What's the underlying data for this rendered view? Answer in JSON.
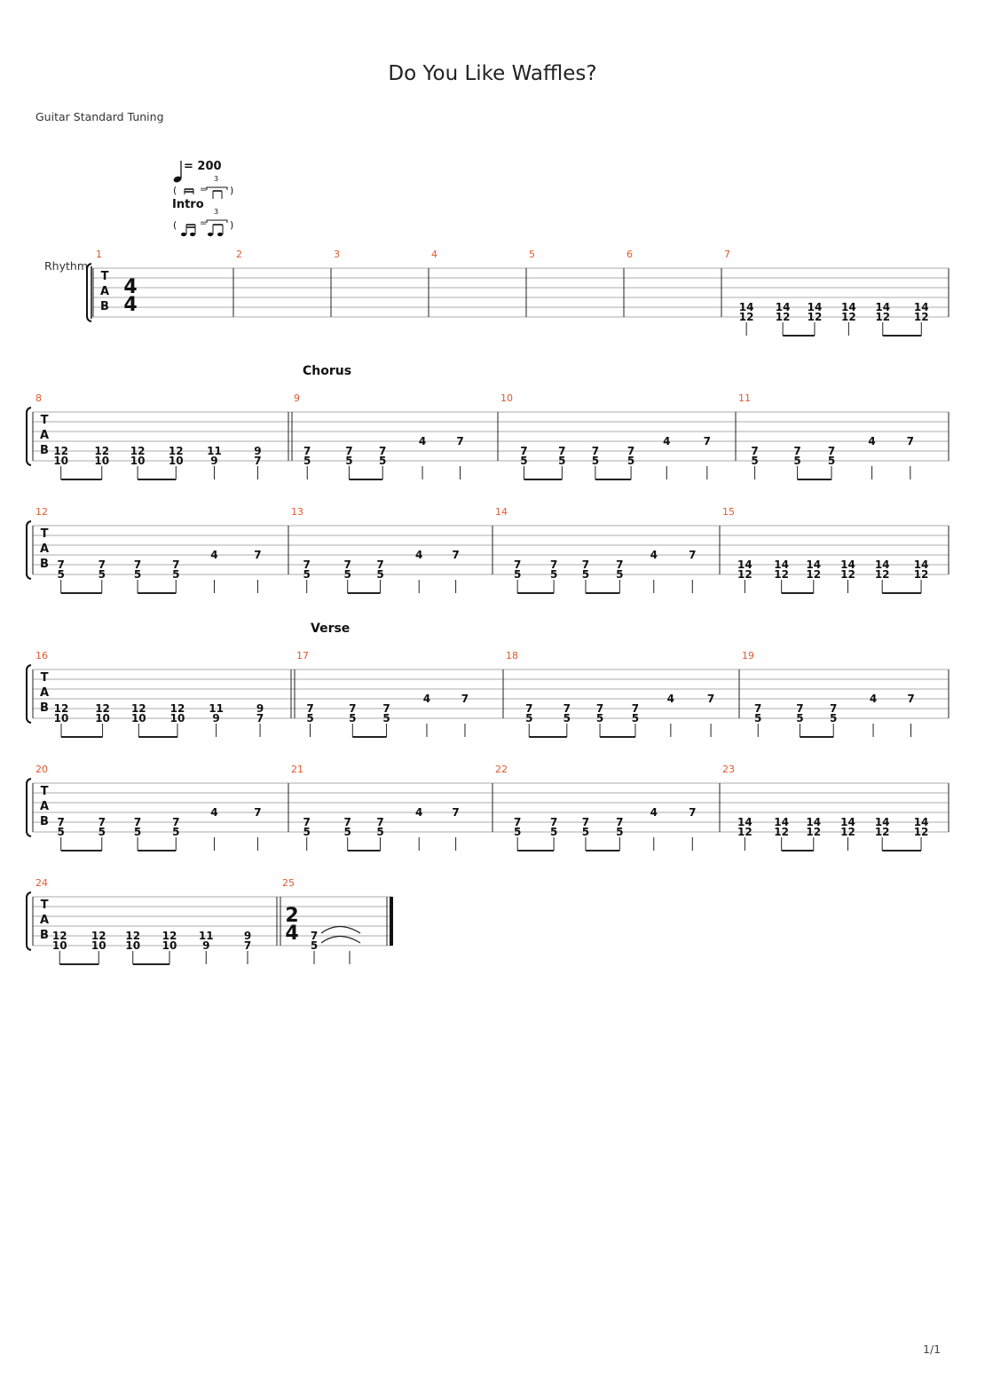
{
  "title": "Do You Like Waffles?",
  "tuning": "Guitar Standard Tuning",
  "track_name": "Rhythm",
  "tempo": "= 200",
  "intro_label": "Intro",
  "swing_marks": {
    "triplet": "3",
    "paren_open": "(",
    "equals": "=",
    "paren_close": ")"
  },
  "tab_letters": [
    "T",
    "A",
    "B"
  ],
  "page_number": "1/1",
  "sections": {
    "chorus": "Chorus",
    "verse": "Verse"
  },
  "systems": [
    {
      "measures": [
        {
          "n": "1",
          "time_sig": [
            "4",
            "4"
          ],
          "notes": []
        },
        {
          "n": "2",
          "notes": []
        },
        {
          "n": "3",
          "notes": []
        },
        {
          "n": "4",
          "notes": []
        },
        {
          "n": "5",
          "notes": []
        },
        {
          "n": "6",
          "notes": []
        },
        {
          "n": "7",
          "notes": [
            [
              "14",
              "12"
            ],
            [
              "14",
              "12"
            ],
            [
              "14",
              "12"
            ],
            [
              "14",
              "12"
            ],
            [
              "14",
              "12"
            ],
            [
              "14",
              "12"
            ]
          ],
          "beams": [
            [
              1,
              2
            ],
            [
              4,
              5
            ]
          ]
        }
      ]
    },
    {
      "measures": [
        {
          "n": "8",
          "notes": [
            [
              "12",
              "10"
            ],
            [
              "12",
              "10"
            ],
            [
              "12",
              "10"
            ],
            [
              "12",
              "10"
            ],
            [
              "11",
              "9"
            ],
            [
              "9",
              "7"
            ]
          ],
          "beams": [
            [
              0,
              1
            ],
            [
              2,
              3
            ]
          ]
        },
        {
          "n": "9",
          "repeat_start": true,
          "notes": [
            [
              "7",
              "5"
            ],
            [
              "7",
              "5"
            ],
            [
              "7",
              "5"
            ],
            [
              "4"
            ],
            [
              "7"
            ]
          ],
          "beams": [
            [
              1,
              2
            ]
          ]
        },
        {
          "n": "10",
          "notes": [
            [
              "7",
              "5"
            ],
            [
              "7",
              "5"
            ],
            [
              "7",
              "5"
            ],
            [
              "7",
              "5"
            ],
            [
              "4"
            ],
            [
              "7"
            ]
          ],
          "beams": [
            [
              0,
              1
            ],
            [
              2,
              3
            ]
          ]
        },
        {
          "n": "11",
          "notes": [
            [
              "7",
              "5"
            ],
            [
              "7",
              "5"
            ],
            [
              "7",
              "5"
            ],
            [
              "4"
            ],
            [
              "7"
            ]
          ],
          "beams": [
            [
              1,
              2
            ]
          ]
        }
      ]
    },
    {
      "measures": [
        {
          "n": "12",
          "notes": [
            [
              "7",
              "5"
            ],
            [
              "7",
              "5"
            ],
            [
              "7",
              "5"
            ],
            [
              "7",
              "5"
            ],
            [
              "4"
            ],
            [
              "7"
            ]
          ],
          "beams": [
            [
              0,
              1
            ],
            [
              2,
              3
            ]
          ]
        },
        {
          "n": "13",
          "notes": [
            [
              "7",
              "5"
            ],
            [
              "7",
              "5"
            ],
            [
              "7",
              "5"
            ],
            [
              "4"
            ],
            [
              "7"
            ]
          ],
          "beams": [
            [
              1,
              2
            ]
          ]
        },
        {
          "n": "14",
          "notes": [
            [
              "7",
              "5"
            ],
            [
              "7",
              "5"
            ],
            [
              "7",
              "5"
            ],
            [
              "7",
              "5"
            ],
            [
              "4"
            ],
            [
              "7"
            ]
          ],
          "beams": [
            [
              0,
              1
            ],
            [
              2,
              3
            ]
          ]
        },
        {
          "n": "15",
          "notes": [
            [
              "14",
              "12"
            ],
            [
              "14",
              "12"
            ],
            [
              "14",
              "12"
            ],
            [
              "14",
              "12"
            ],
            [
              "14",
              "12"
            ],
            [
              "14",
              "12"
            ]
          ],
          "beams": [
            [
              1,
              2
            ],
            [
              4,
              5
            ]
          ]
        }
      ]
    },
    {
      "measures": [
        {
          "n": "16",
          "notes": [
            [
              "12",
              "10"
            ],
            [
              "12",
              "10"
            ],
            [
              "12",
              "10"
            ],
            [
              "12",
              "10"
            ],
            [
              "11",
              "9"
            ],
            [
              "9",
              "7"
            ]
          ],
          "beams": [
            [
              0,
              1
            ],
            [
              2,
              3
            ]
          ]
        },
        {
          "n": "17",
          "repeat_start": true,
          "notes": [
            [
              "7",
              "5"
            ],
            [
              "7",
              "5"
            ],
            [
              "7",
              "5"
            ],
            [
              "4"
            ],
            [
              "7"
            ]
          ],
          "beams": [
            [
              1,
              2
            ]
          ]
        },
        {
          "n": "18",
          "notes": [
            [
              "7",
              "5"
            ],
            [
              "7",
              "5"
            ],
            [
              "7",
              "5"
            ],
            [
              "7",
              "5"
            ],
            [
              "4"
            ],
            [
              "7"
            ]
          ],
          "beams": [
            [
              0,
              1
            ],
            [
              2,
              3
            ]
          ]
        },
        {
          "n": "19",
          "notes": [
            [
              "7",
              "5"
            ],
            [
              "7",
              "5"
            ],
            [
              "7",
              "5"
            ],
            [
              "4"
            ],
            [
              "7"
            ]
          ],
          "beams": [
            [
              1,
              2
            ]
          ]
        }
      ]
    },
    {
      "measures": [
        {
          "n": "20",
          "notes": [
            [
              "7",
              "5"
            ],
            [
              "7",
              "5"
            ],
            [
              "7",
              "5"
            ],
            [
              "7",
              "5"
            ],
            [
              "4"
            ],
            [
              "7"
            ]
          ],
          "beams": [
            [
              0,
              1
            ],
            [
              2,
              3
            ]
          ]
        },
        {
          "n": "21",
          "notes": [
            [
              "7",
              "5"
            ],
            [
              "7",
              "5"
            ],
            [
              "7",
              "5"
            ],
            [
              "4"
            ],
            [
              "7"
            ]
          ],
          "beams": [
            [
              1,
              2
            ]
          ]
        },
        {
          "n": "22",
          "notes": [
            [
              "7",
              "5"
            ],
            [
              "7",
              "5"
            ],
            [
              "7",
              "5"
            ],
            [
              "7",
              "5"
            ],
            [
              "4"
            ],
            [
              "7"
            ]
          ],
          "beams": [
            [
              0,
              1
            ],
            [
              2,
              3
            ]
          ]
        },
        {
          "n": "23",
          "notes": [
            [
              "14",
              "12"
            ],
            [
              "14",
              "12"
            ],
            [
              "14",
              "12"
            ],
            [
              "14",
              "12"
            ],
            [
              "14",
              "12"
            ],
            [
              "14",
              "12"
            ]
          ],
          "beams": [
            [
              1,
              2
            ],
            [
              4,
              5
            ]
          ]
        }
      ]
    },
    {
      "measures": [
        {
          "n": "24",
          "notes": [
            [
              "12",
              "10"
            ],
            [
              "12",
              "10"
            ],
            [
              "12",
              "10"
            ],
            [
              "12",
              "10"
            ],
            [
              "11",
              "9"
            ],
            [
              "9",
              "7"
            ]
          ],
          "beams": [
            [
              0,
              1
            ],
            [
              2,
              3
            ]
          ]
        },
        {
          "n": "25",
          "repeat_start": true,
          "time_sig": [
            "2",
            "4"
          ],
          "notes": [
            [
              "7",
              "5"
            ]
          ],
          "tied": true,
          "final_bar": true
        }
      ]
    }
  ]
}
